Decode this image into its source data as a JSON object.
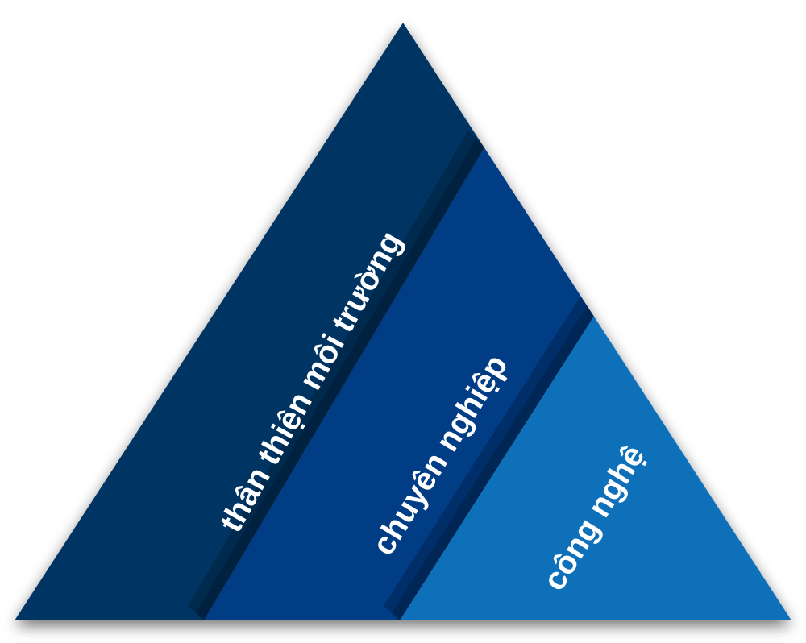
{
  "diagram": {
    "type": "pyramid",
    "bands": [
      {
        "label": "thân thiện môi trường",
        "color": "#043564"
      },
      {
        "label": "chuyên nghiệp",
        "color": "#023c84"
      },
      {
        "label": "công nghệ",
        "color": "#1070b8"
      }
    ]
  }
}
